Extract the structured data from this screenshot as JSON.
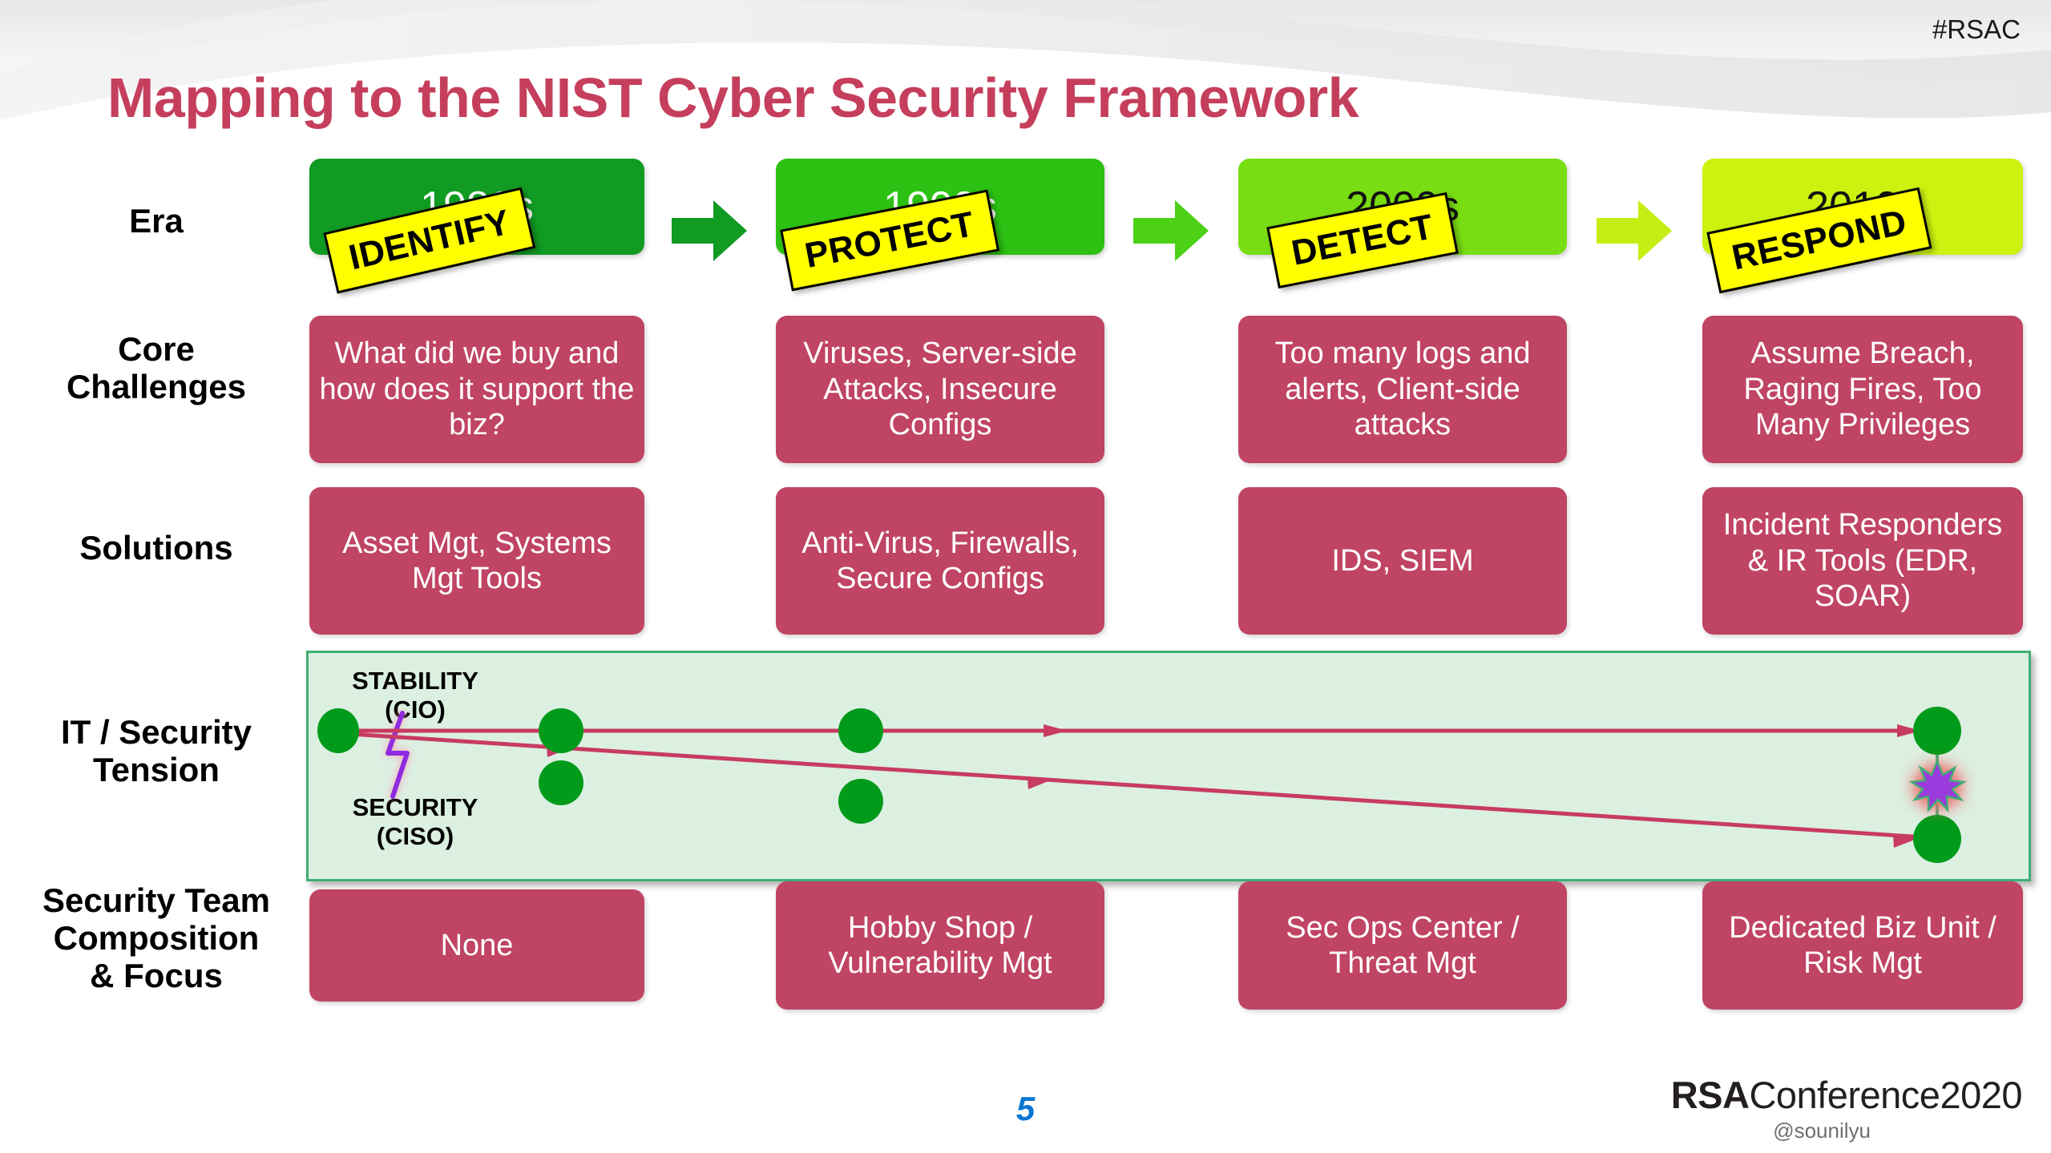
{
  "header": {
    "hashtag": "#RSAC",
    "title": "Mapping to the NIST Cyber Security Framework",
    "title_color": "#c53f5d"
  },
  "row_labels": {
    "era": "Era",
    "core_challenges_line1": "Core",
    "core_challenges_line2": "Challenges",
    "solutions": "Solutions",
    "tension_line1": "IT / Security",
    "tension_line2": "Tension",
    "security_team_line1": "Security Team",
    "security_team_line2": "Composition",
    "security_team_line3": "& Focus"
  },
  "eras": [
    {
      "label": "1980s",
      "color": "#109b23",
      "text_color": "#ffffff",
      "arrow_color": "#109b23"
    },
    {
      "label": "1990s",
      "color": "#2cc113",
      "text_color": "#ffffff",
      "arrow_color": "#4cd116"
    },
    {
      "label": "2000s",
      "color": "#78dd12",
      "text_color": "#111111",
      "arrow_color": "#c5ef14"
    },
    {
      "label": "2010s",
      "color": "#ccf210",
      "text_color": "#111111",
      "arrow_color": ""
    }
  ],
  "stickers": [
    {
      "label": "IDENTIFY"
    },
    {
      "label": "PROTECT"
    },
    {
      "label": "DETECT"
    },
    {
      "label": "RESPOND"
    }
  ],
  "core_challenges": [
    "What did we buy and how does it support the biz?",
    "Viruses, Server-side Attacks, Insecure Configs",
    "Too many logs and alerts, Client-side attacks",
    "Assume Breach, Raging Fires, Too Many Privileges"
  ],
  "solutions": [
    "Asset Mgt, Systems Mgt Tools",
    "Anti-Virus, Firewalls, Secure Configs",
    "IDS, SIEM",
    "Incident Responders & IR Tools (EDR, SOAR)"
  ],
  "security_team": [
    "None",
    "Hobby Shop / Vulnerability Mgt",
    "Sec Ops Center / Threat Mgt",
    "Dedicated Biz Unit / Risk Mgt"
  ],
  "tension": {
    "stability_line1": "STABILITY",
    "stability_line2": "(CIO)",
    "security_line1": "SECURITY",
    "security_line2": "(CISO)",
    "panel_bg": "#dcf0e2",
    "panel_border": "#3fae74",
    "dot_color": "#009b1a",
    "arrow_color": "#c83b62",
    "clash_color": "#9b3ade",
    "glow_color": "#ee6e6e"
  },
  "footer": {
    "slide_number": "5",
    "logo_bold": "RSA",
    "logo_rest": "Conference2020",
    "handle": "@sounilyu"
  }
}
